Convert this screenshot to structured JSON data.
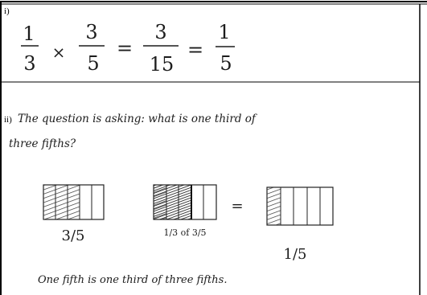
{
  "parts": [
    {
      "label": "i)",
      "equation": {
        "term1": {
          "numerator": "1",
          "denominator": "3"
        },
        "operator": "×",
        "term2": {
          "numerator": "3",
          "denominator": "5"
        },
        "equals1": "=",
        "product": {
          "numerator": "3",
          "denominator": "15"
        },
        "equals2": "=",
        "result": {
          "numerator": "1",
          "denominator": "5"
        }
      }
    },
    {
      "label": "ii)",
      "line1": "The question is asking: what is one third of",
      "line2": "three fifths?",
      "diagrams": [
        {
          "caption": "3/5",
          "parts_total": 5,
          "parts_shaded": 3
        },
        {
          "caption": "1/3 of 3/5",
          "parts_total": 5,
          "parts_shaded": 3,
          "parts_dark": 1
        },
        {
          "caption": "1/5",
          "parts_total": 5,
          "parts_shaded": 1
        }
      ],
      "diagram_equals": "=",
      "conclusion": "One fifth is one third of three fifths."
    }
  ]
}
